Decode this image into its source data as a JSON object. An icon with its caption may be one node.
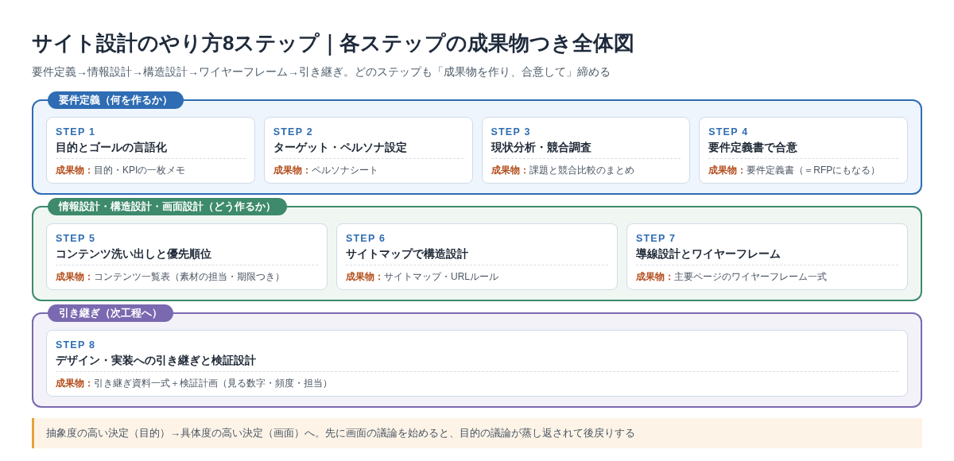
{
  "diagram": {
    "title": "サイト設計のやり方8ステップ｜各ステップの成果物つき全体図",
    "nodes": [
      {
        "text": [
          "要件定義（何を作るか）"
        ]
      },
      {
        "text": [
          "STEP 1",
          "目的とゴールの言語化",
          "**成果物：**目的・KPIの一枚メモ"
        ],
        "in": 0
      },
      {
        "text": [
          "STEP 2",
          "ターゲット・ペルソナ設定",
          "**成果物：**ペルソナシート"
        ],
        "in": 0
      },
      {
        "text": [
          "STEP 3",
          "現状分析・競合調査",
          "**成果物：**課題と競合比較のまとめ"
        ],
        "in": 0
      },
      {
        "text": [
          "STEP 4",
          "要件定義書で合意",
          "**成果物：**要件定義書（＝RFPにもなる）"
        ],
        "in": 0
      },
      {
        "text": [
          "情報設計・構造設計・画面設計（どう作るか）"
        ]
      },
      {
        "text": [
          "STEP 5",
          "コンテンツ洗い出しと優先順位",
          "**成果物：**コンテンツ一覧表（素材の担当・期限つき）"
        ],
        "in": 5
      },
      {
        "text": [
          "STEP 6",
          "サイトマップで構造設計",
          "**成果物：**サイトマップ・URLルール"
        ],
        "in": 5
      },
      {
        "text": [
          "STEP 7",
          "導線設計とワイヤーフレーム",
          "**成果物：**主要ページのワイヤーフレーム一式"
        ],
        "in": 5
      },
      {
        "text": [
          "引き継ぎ（次工程へ）"
        ]
      },
      {
        "text": [
          "STEP 8",
          "デザイン・実装への引き継ぎと検証設計",
          "**成果物：**引き継ぎ資料一式＋検証計画（見る数字・頻度・担当）"
        ],
        "in": 9
      },
      {
        "text": [
          "抽象度の高い決定（目的）→具体度の高い決定（画面）へ。先に画面の議論を始めると、目的の議論が蒸し返されて後戻りする"
        ]
      }
    ],
    "labels": [
      "要件定義→情報設計→構造設計→ワイヤーフレーム→引き継ぎ。どのステップも「成果物を作り、合意して」締める"
    ]
  }
}
